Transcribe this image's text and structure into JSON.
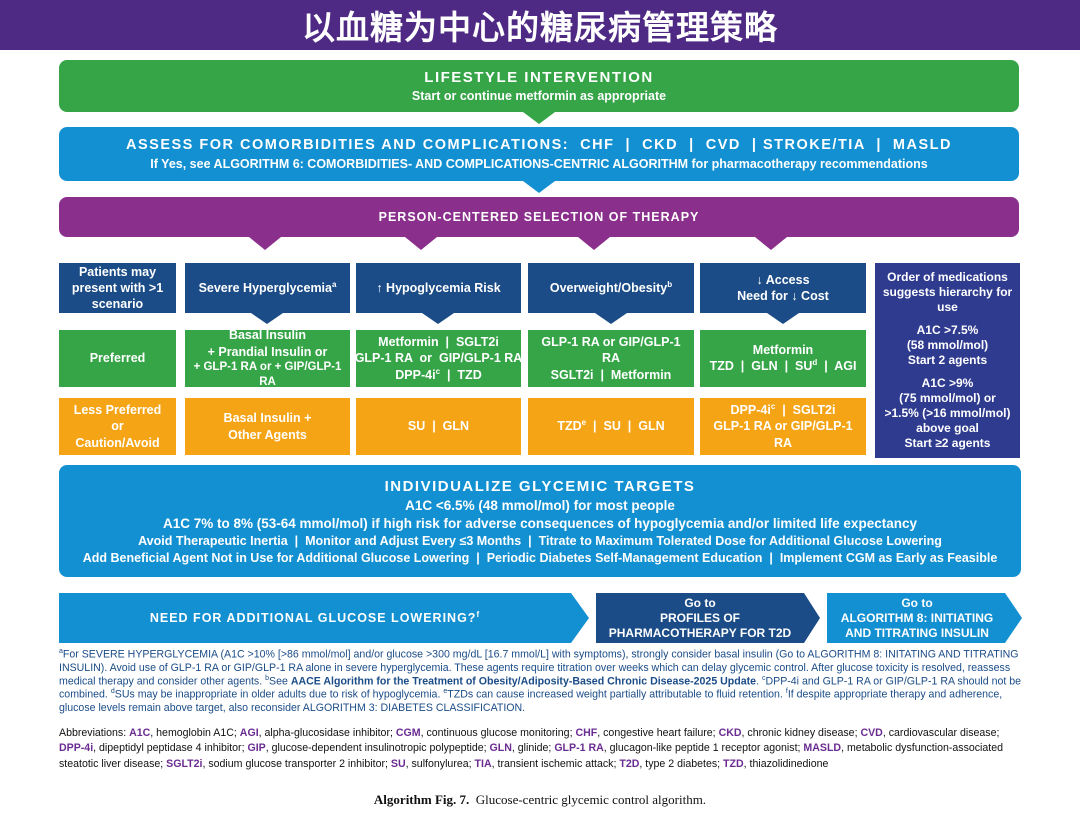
{
  "header": {
    "title": "以血糖为中心的糖尿病管理策略"
  },
  "lifestyle": {
    "title": "LIFESTYLE INTERVENTION",
    "subtitle": "Start or continue metformin as appropriate"
  },
  "assess": {
    "title": "ASSESS FOR COMORBIDITIES AND COMPLICATIONS:  CHF  |  CKD  |  CVD  | STROKE/TIA  |  MASLD",
    "subtitle": "If Yes,  see ALGORITHM 6: COMORBIDITIES- AND COMPLICATIONS-CENTRIC ALGORITHM for pharmacotherapy recommendations"
  },
  "person": {
    "title": "PERSON-CENTERED SELECTION OF THERAPY"
  },
  "grid": {
    "row_header": "Patients may present with >1 scenario",
    "columns": [
      {
        "label": "Severe Hyperglycemia",
        "sup": "a"
      },
      {
        "label": "↑ Hypoglycemia Risk",
        "sup": ""
      },
      {
        "label": "Overweight/Obesity",
        "sup": "b"
      },
      {
        "label": "↓ Access",
        "label2": "Need for ↓ Cost",
        "sup": ""
      }
    ],
    "preferred_label": "Preferred",
    "preferred": [
      {
        "l1": "Basal Insulin",
        "l2": "+ Prandial Insulin or",
        "l3": "+ GLP-1 RA or + GIP/GLP-1 RA"
      },
      {
        "l1": "Metformin  |  SGLT2i",
        "l2": "GLP-1 RA  or  GIP/GLP-1 RA",
        "l3": "DPP-4i",
        "sup": "c",
        "l3b": "  |  TZD"
      },
      {
        "l1": "GLP-1 RA or GIP/GLP-1 RA",
        "l2": "SGLT2i  |  Metformin"
      },
      {
        "l1": "Metformin",
        "l2": "TZD  |  GLN  |  SU",
        "sup": "d",
        "l2b": "  |  AGI"
      }
    ],
    "less_label": "Less Preferred or Caution/Avoid",
    "less": [
      {
        "l1": "Basal Insulin +",
        "l2": "Other Agents"
      },
      {
        "l1": "SU  |  GLN"
      },
      {
        "l1": "TZD",
        "sup": "e",
        "l1b": "  |  SU  |  GLN"
      },
      {
        "l1": "DPP-4i",
        "sup": "c",
        "l1b": "  |  SGLT2i",
        "l2": "GLP-1 RA or GIP/GLP-1 RA"
      }
    ]
  },
  "order_box": {
    "l1": "Order of medications suggests hierarchy for use",
    "l2": "A1C >7.5%",
    "l3": "(58 mmol/mol)",
    "l4": "Start 2 agents",
    "l5": "A1C >9%",
    "l6": "(75 mmol/mol) or",
    "l7": ">1.5% (>16 mmol/mol)",
    "l8": "above goal",
    "l9": "Start ≥2 agents"
  },
  "targets": {
    "title": "INDIVIDUALIZE GLYCEMIC TARGETS",
    "line1": "A1C <6.5% (48 mmol/mol) for most people",
    "line2": "A1C 7% to 8% (53-64 mmol/mol) if high risk for adverse consequences of hypoglycemia and/or limited life expectancy",
    "line3": "Avoid Therapeutic Inertia  |  Monitor and Adjust Every ≤3 Months  |  Titrate to Maximum Tolerated Dose for Additional Glucose Lowering",
    "line4": "Add Beneficial Agent Not in Use for Additional Glucose Lowering  |  Periodic Diabetes Self-Management Education  |  Implement CGM as Early as Feasible"
  },
  "next": {
    "need": "NEED FOR ADDITIONAL GLUCOSE LOWERING?",
    "need_sup": "f",
    "goto1": {
      "l1": "Go to",
      "l2": "PROFILES OF",
      "l3": "PHARMACOTHERAPY FOR T2D"
    },
    "goto2": {
      "l1": "Go to",
      "l2": "ALGORITHM 8: INITIATING",
      "l3": "AND TITRATING INSULIN"
    }
  },
  "footnotes": {
    "a_sup": "a",
    "a_text": "For SEVERE HYPERGLYCEMIA (A1C >10% [>86 mmol/mol] and/or glucose >300 mg/dL [16.7 mmol/L] with symptoms), strongly consider basal insulin (Go to ALGORITHM 8: INITATING AND TITRATING INSULIN). Avoid use of GLP-1 RA or GIP/GLP-1 RA alone in severe hyperglycemia. These agents require titration over weeks which can delay glycemic control. After glucose toxicity is resolved, reassess medical therapy and consider other agents.",
    "b_sup": "b",
    "b_pre": "See ",
    "b_bold": "AACE Algorithm for the Treatment of Obesity/Adiposity-Based Chronic Disease-2025 Update",
    "b_post": ".",
    "c_sup": "c",
    "c_text": "DPP-4i and GLP-1 RA or GIP/GLP-1 RA should not be combined.",
    "d_sup": "d",
    "d_text": "SUs may be inappropriate in older adults due to risk of hypoglycemia.",
    "e_sup": "e",
    "e_text": "TZDs can cause increased weight partially attributable to fluid retention.",
    "f_sup": "f",
    "f_text": "If despite appropriate therapy and adherence, glucose levels remain above target, also reconsider ALGORITHM 3: DIABETES CLASSIFICATION."
  },
  "abbreviations": {
    "intro": "Abbreviations: ",
    "items": [
      {
        "k": "A1C",
        "v": ", hemoglobin A1C;  "
      },
      {
        "k": "AGI",
        "v": ", alpha-glucosidase inhibitor; "
      },
      {
        "k": "CGM",
        "v": ", continuous glucose monitoring; "
      },
      {
        "k": "CHF",
        "v": ", congestive heart failure; "
      },
      {
        "k": "CKD",
        "v": ", chronic kidney disease; "
      },
      {
        "k": "CVD",
        "v": ", cardiovascular disease; "
      },
      {
        "k": "DPP-4i",
        "v": ", dipeptidyl peptidase 4 inhibitor; "
      },
      {
        "k": "GIP",
        "v": ", glucose-dependent insulinotropic polypeptide; "
      },
      {
        "k": "GLN",
        "v": ", glinide;  "
      },
      {
        "k": "GLP-1 RA",
        "v": ", glucagon-like peptide 1 receptor agonist; "
      },
      {
        "k": "MASLD",
        "v": ", metabolic dysfunction-associated steatotic liver disease; "
      },
      {
        "k": "SGLT2i",
        "v": ", sodium glucose transporter 2 inhibitor; "
      },
      {
        "k": "SU",
        "v": ", sulfonylurea; "
      },
      {
        "k": "TIA",
        "v": ", transient ischemic attack; "
      },
      {
        "k": "T2D",
        "v": ", type 2 diabetes; "
      },
      {
        "k": "TZD",
        "v": ", thiazolidinedione"
      }
    ]
  },
  "caption": {
    "bold": "Algorithm Fig. 7.",
    "text": "  Glucose-centric glycemic control algorithm."
  }
}
